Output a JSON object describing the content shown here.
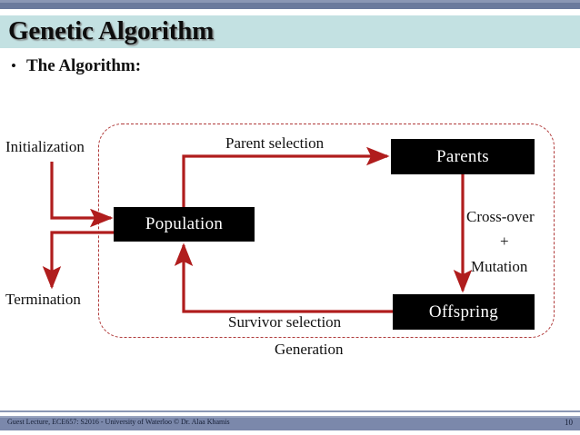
{
  "slide": {
    "title": "Genetic Algorithm",
    "bullet_marker": "•",
    "bullet_text": "The Algorithm:",
    "title_band_color": "#c3e1e2",
    "accent_color": "#6b7a9c",
    "arrow_color": "#b01d1d",
    "node_fill": "#000000",
    "node_text_color": "#ffffff"
  },
  "diagram": {
    "type": "flow-cycle",
    "nodes": [
      {
        "id": "population",
        "label": "Population"
      },
      {
        "id": "parents",
        "label": "Parents"
      },
      {
        "id": "offspring",
        "label": "Offspring"
      }
    ],
    "labels": {
      "initialization": "Initialization",
      "termination": "Termination",
      "parent_selection": "Parent selection",
      "survivor_selection": "Survivor selection",
      "generation": "Generation",
      "crossover": "Cross-over",
      "plus": "+",
      "mutation": "Mutation"
    }
  },
  "footer": {
    "text": "Guest Lecture, ECE657: S2016  - University of Waterloo © Dr. Alaa Khamis",
    "page_number": "10"
  }
}
